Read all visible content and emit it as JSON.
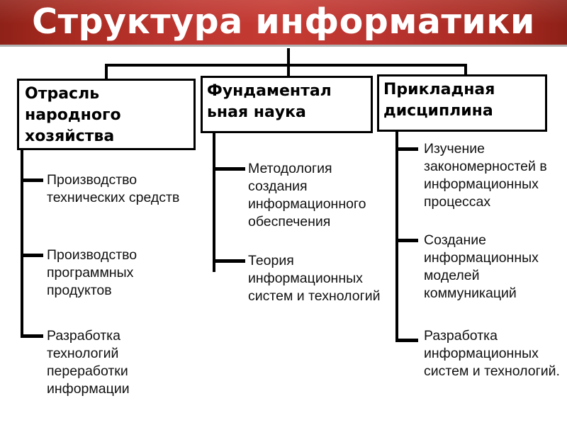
{
  "slide": {
    "title": "Структура информатики",
    "background_color": "#ffffff",
    "banner_color_center": "#c53b33",
    "banner_color_edge": "#8e2118",
    "title_color": "#ffffff",
    "line_color": "#000000"
  },
  "branches": [
    {
      "id": "branch-left",
      "heading": "Отрасль\nнародного\nхозяйства",
      "items": [
        "Производство\nтехнических\nсредств",
        "Производство\nпрограммных\nпродуктов",
        "Разработка\nтехнологий\nпереработки\nинформации"
      ]
    },
    {
      "id": "branch-center",
      "heading": "Фундаментал\nьная наука",
      "items": [
        "Методология\nсоздания\nинформационного\nобеспечения",
        "Теория\nинформационных\nсистем и\nтехнологий"
      ]
    },
    {
      "id": "branch-right",
      "heading": "Прикладная\nдисциплина",
      "items": [
        "Изучение\nзакономерностей в\nинформационных\nпроцессах",
        "Создание\nинформационных\nмоделей\nкоммуникаций",
        "Разработка\nинформационных\nсистем и\nтехнологий."
      ]
    }
  ]
}
